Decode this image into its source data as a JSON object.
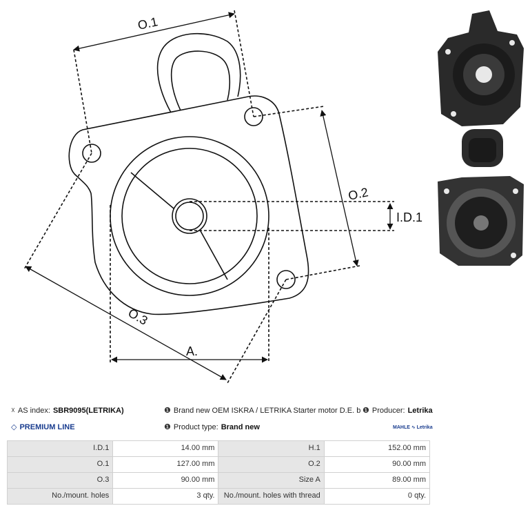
{
  "drawing": {
    "labels": {
      "o1": "O.1",
      "o2": "O.2",
      "o3": "O.3",
      "id1": "I.D.1",
      "a": "A."
    }
  },
  "info": {
    "as_index_label": "AS index:",
    "as_index_value": "SBR9095(LETRIKA)",
    "premium": "PREMIUM LINE",
    "description": "Brand new OEM ISKRA / LETRIKA Starter motor D.E. bracket",
    "producer_label": "Producer:",
    "producer_value": "Letrika",
    "product_type_label": "Product type:",
    "product_type_value": "Brand new",
    "logo_text": "MAHLE ∿ Letrika"
  },
  "specs": [
    {
      "l1": "I.D.1",
      "v1": "14.00 mm",
      "l2": "H.1",
      "v2": "152.00 mm"
    },
    {
      "l1": "O.1",
      "v1": "127.00 mm",
      "l2": "O.2",
      "v2": "90.00 mm"
    },
    {
      "l1": "O.3",
      "v1": "90.00 mm",
      "l2": "Size A",
      "v2": "89.00 mm"
    },
    {
      "l1": "No./mount. holes",
      "v1": "3 qty.",
      "l2": "No./mount. holes with thread",
      "v2": "0 qty."
    }
  ],
  "colors": {
    "accent": "#1a3d8f",
    "label_bg": "#e6e6e6",
    "border": "#d0d0d0"
  }
}
